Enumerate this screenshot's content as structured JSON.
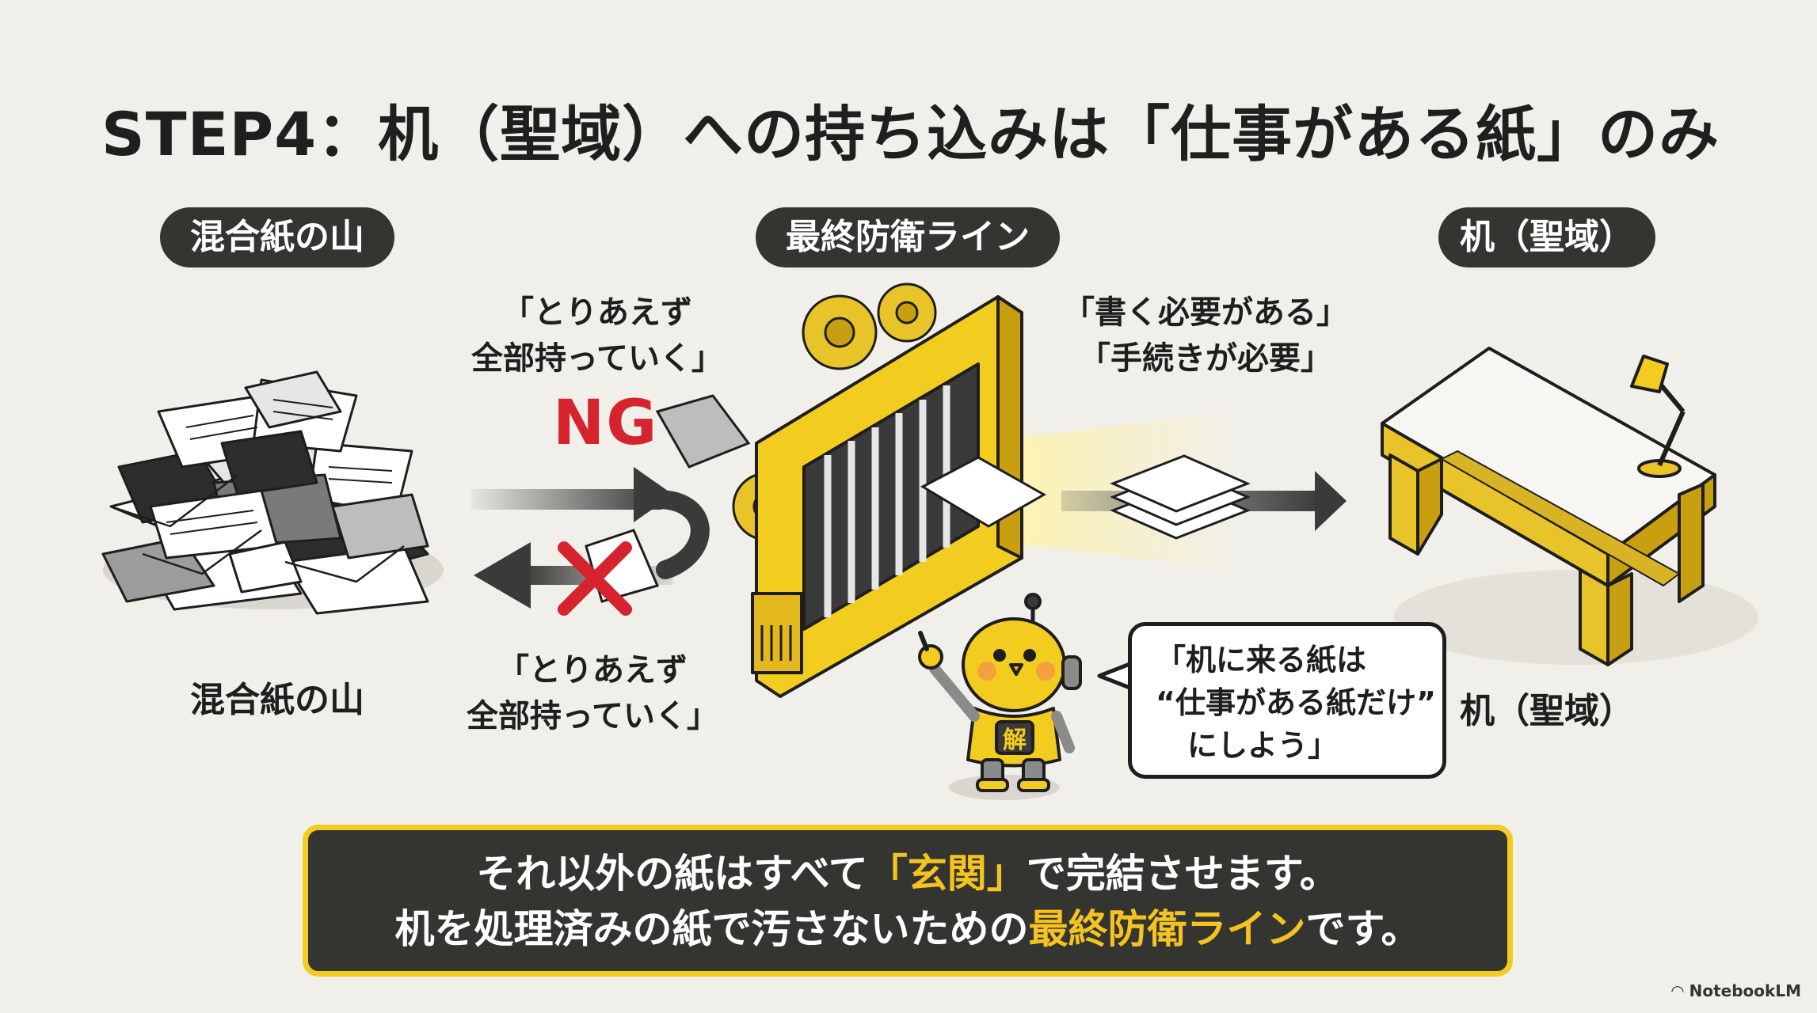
{
  "title": "STEP4：机（聖域）への持ち込みは「仕事がある紙」のみ",
  "headers": {
    "left": "混合紙の山",
    "center": "最終防衛ライン",
    "right": "机（聖域）"
  },
  "left_label": "混合紙の山",
  "right_label": "机（聖域）",
  "top_quote": {
    "line1": "「とりあえず",
    "line2": "全部持っていく」"
  },
  "ng_label": "NG",
  "bottom_quote": {
    "line1": "「とりあえず",
    "line2": "全部持っていく」"
  },
  "pass_quote": {
    "line1": "「書く必要がある」",
    "line2": "「手続きが必要」"
  },
  "bubble": {
    "line1": "「机に来る紙は",
    "line2": "“仕事がある紙だけ”",
    "line3": "にしよう」"
  },
  "robot_badge": "解",
  "summary": {
    "line1_pre": "それ以外の紙はすべて",
    "line1_hl": "「玄関」",
    "line1_post": "で完結させます。",
    "line2_pre": "机を処理済みの紙で汚さないための",
    "line2_hl": "最終防衛ライン",
    "line2_post": "です。"
  },
  "brand": "NotebookLM",
  "colors": {
    "accent_yellow": "#f2cc1f",
    "ng_red": "#d6242e",
    "dark": "#343431",
    "background": "#f1efe9"
  }
}
